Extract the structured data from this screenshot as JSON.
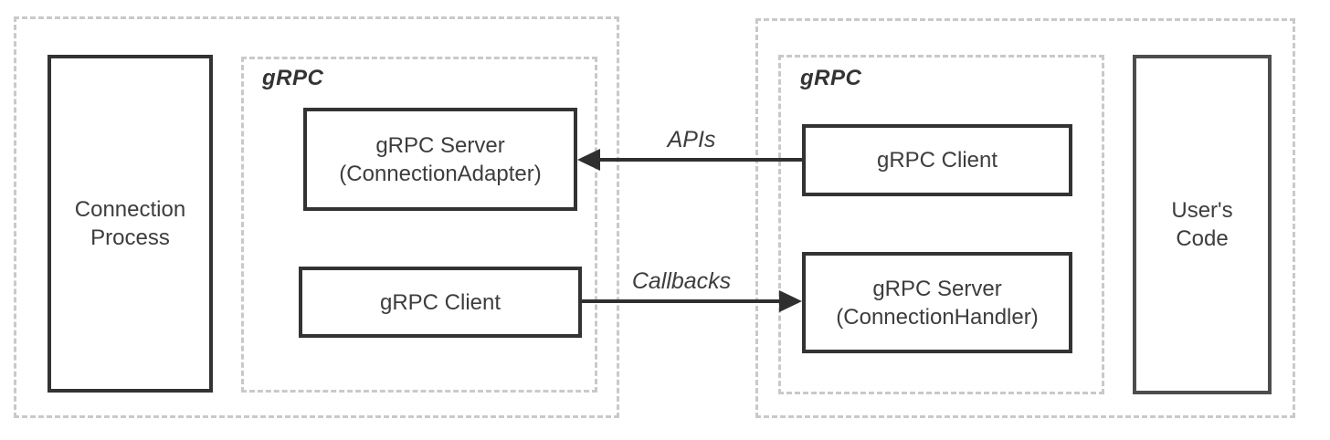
{
  "diagram": {
    "left_container": {
      "process_box": {
        "line1": "Connection",
        "line2": "Process"
      },
      "grpc_label": "gRPC",
      "server_box": {
        "line1": "gRPC Server",
        "line2": "(ConnectionAdapter)"
      },
      "client_box": {
        "label": "gRPC Client"
      }
    },
    "right_container": {
      "grpc_label": "gRPC",
      "client_box": {
        "label": "gRPC Client"
      },
      "server_box": {
        "line1": "gRPC Server",
        "line2": "(ConnectionHandler)"
      },
      "code_box": {
        "line1": "User's",
        "line2": "Code"
      }
    },
    "arrows": {
      "apis": {
        "label": "APIs",
        "direction": "right-to-left"
      },
      "callbacks": {
        "label": "Callbacks",
        "direction": "left-to-right"
      }
    },
    "colors": {
      "dashed_border": "#c9c9c9",
      "solid_border": "#333333",
      "users_code_border": "#4d4d4d",
      "arrow": "#2f2f2f",
      "text": "#3d3d3d",
      "background": "#ffffff"
    }
  }
}
